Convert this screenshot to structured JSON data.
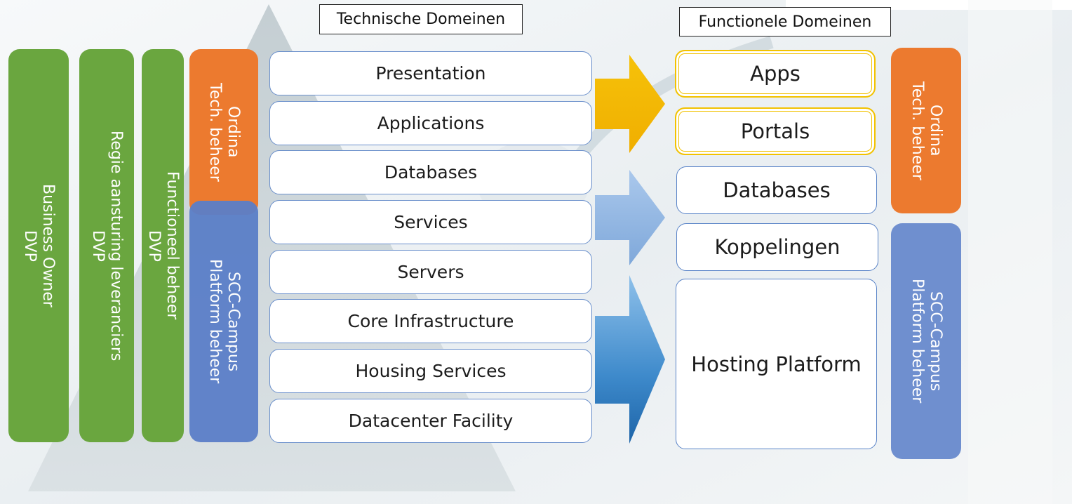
{
  "titles": {
    "technical": "Technische Domeinen",
    "functional": "Functionele Domeinen"
  },
  "left_columns": [
    {
      "lines": [
        "Business Owner",
        "DVP"
      ]
    },
    {
      "lines": [
        "Regie aansturing leveranciers",
        "DVP"
      ]
    },
    {
      "lines": [
        "Functioneel beheer",
        "DVP"
      ]
    }
  ],
  "mid_columns": {
    "ordina": {
      "lines": [
        "Ordina",
        "Tech. beheer"
      ]
    },
    "scc": {
      "lines": [
        "SCC-Campus",
        "Platform beheer"
      ]
    }
  },
  "tech_domains": [
    "Presentation",
    "Applications",
    "Databases",
    "Services",
    "Servers",
    "Core Infrastructure",
    "Housing Services",
    "Datacenter Facility"
  ],
  "func_domains": [
    "Apps",
    "Portals",
    "Databases",
    "Koppelingen",
    "Hosting Platform"
  ],
  "right_columns": {
    "ordina": {
      "lines": [
        "Ordina",
        "Tech. beheer"
      ]
    },
    "scc": {
      "lines": [
        "SCC-Campus",
        "Platform beheer"
      ]
    }
  },
  "colors": {
    "green": "#6aa63f",
    "orange": "#ec7a2f",
    "blue": "#5b7fc8",
    "arrow_gold": "#f5b800",
    "arrow_lightblue": "#8fb4e0",
    "arrow_blue": "#3d86c6"
  }
}
